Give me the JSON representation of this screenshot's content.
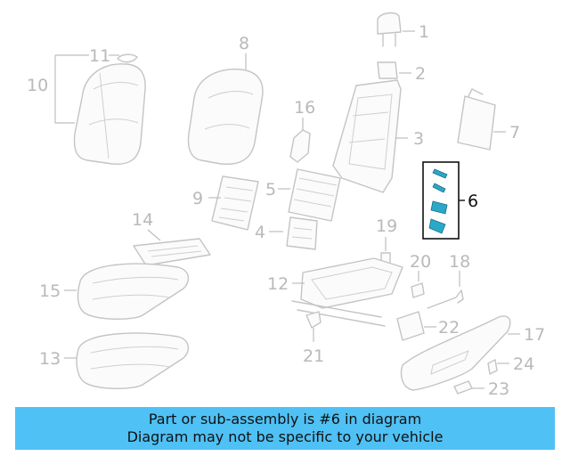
{
  "callouts": {
    "c1": "1",
    "c2": "2",
    "c3": "3",
    "c4": "4",
    "c5": "5",
    "c6": "6",
    "c7": "7",
    "c8": "8",
    "c9": "9",
    "c10": "10",
    "c11": "11",
    "c12": "12",
    "c13": "13",
    "c14": "14",
    "c15": "15",
    "c16": "16",
    "c17": "17",
    "c18": "18",
    "c19": "19",
    "c20": "20",
    "c21": "21",
    "c22": "22",
    "c23": "23",
    "c24": "24"
  },
  "highlight": {
    "part": "6",
    "color": "#111111",
    "part_color": "#2aa8c8"
  },
  "banner": {
    "line1": "Part or sub-assembly is #6 in diagram",
    "line2": "Diagram may not be specific to your vehicle",
    "background": "#4fc1f5"
  }
}
